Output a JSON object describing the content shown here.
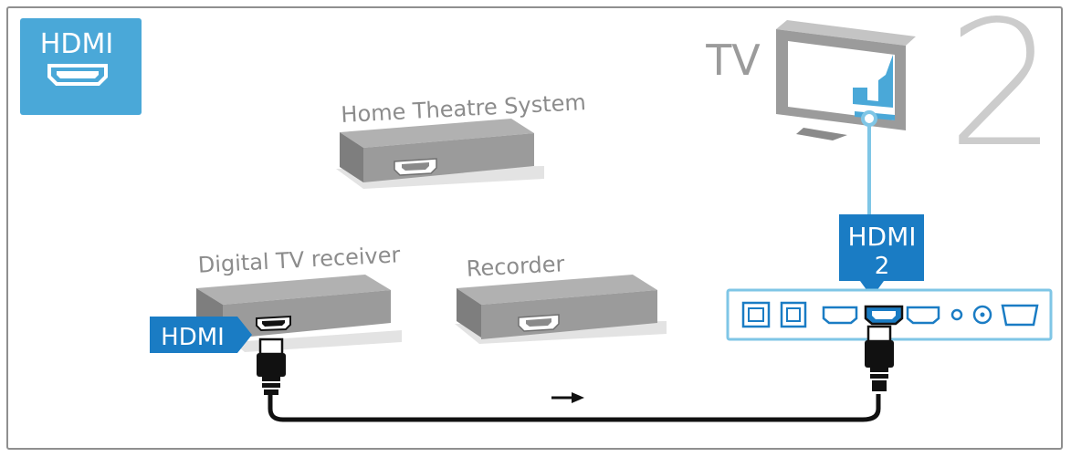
{
  "badge": {
    "label": "HDMI",
    "color": "#4aa8d8"
  },
  "step_number": "2",
  "devices": {
    "home_theatre": "Home Theatre System",
    "digital_receiver": "Digital TV receiver",
    "recorder": "Recorder",
    "tv": "TV"
  },
  "receiver_port_label": "HDMI",
  "tv_port_label": {
    "line1": "HDMI",
    "line2": "2"
  },
  "colors": {
    "accent_blue": "#4aa8d8",
    "dark_blue": "#1a7cc4",
    "device_gray": "#9b9b9b",
    "cable": "#111111"
  },
  "icons": [
    "hdmi-port-icon",
    "tv-icon",
    "hdmi-plug-icon",
    "arrow-right-icon",
    "ethernet-port-icon",
    "audio-jack-icon",
    "vga-port-icon"
  ]
}
